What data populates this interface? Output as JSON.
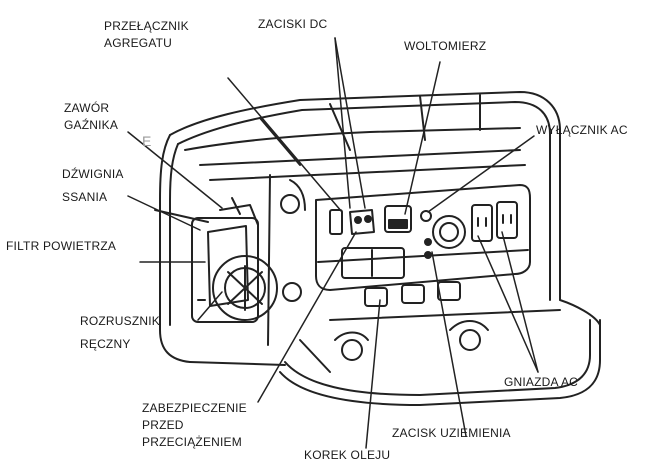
{
  "diagram": {
    "labels": {
      "przelacznik": "PRZEŁĄCZNIK\nAGREGATU",
      "zaciski_dc": "ZACISKI DC",
      "woltomierz": "WOLTOMIERZ",
      "zawor": "ZAWÓR\nGAŹNIKA",
      "dzwignia": "DŹWIGNIA\nSSANIA",
      "filtr": "FILTR POWIETRZA",
      "rozrusznik": "ROZRUSZNIK\nRĘCZNY",
      "zabezpieczenie": "ZABEZPIECZENIE\nPRZED\nPRZECIĄŻENIEM",
      "korek": "KOREK OLEJU",
      "zacisk_uziemienia": "ZACISK UZIEMIENIA",
      "gniazda": "GNIAZDA AC",
      "wylacznik": "WYŁĄCZNIK AC"
    },
    "stray_mark": "E",
    "colors": {
      "ink": "#1a1a1a",
      "line": "#222222",
      "paper": "#ffffff"
    }
  }
}
